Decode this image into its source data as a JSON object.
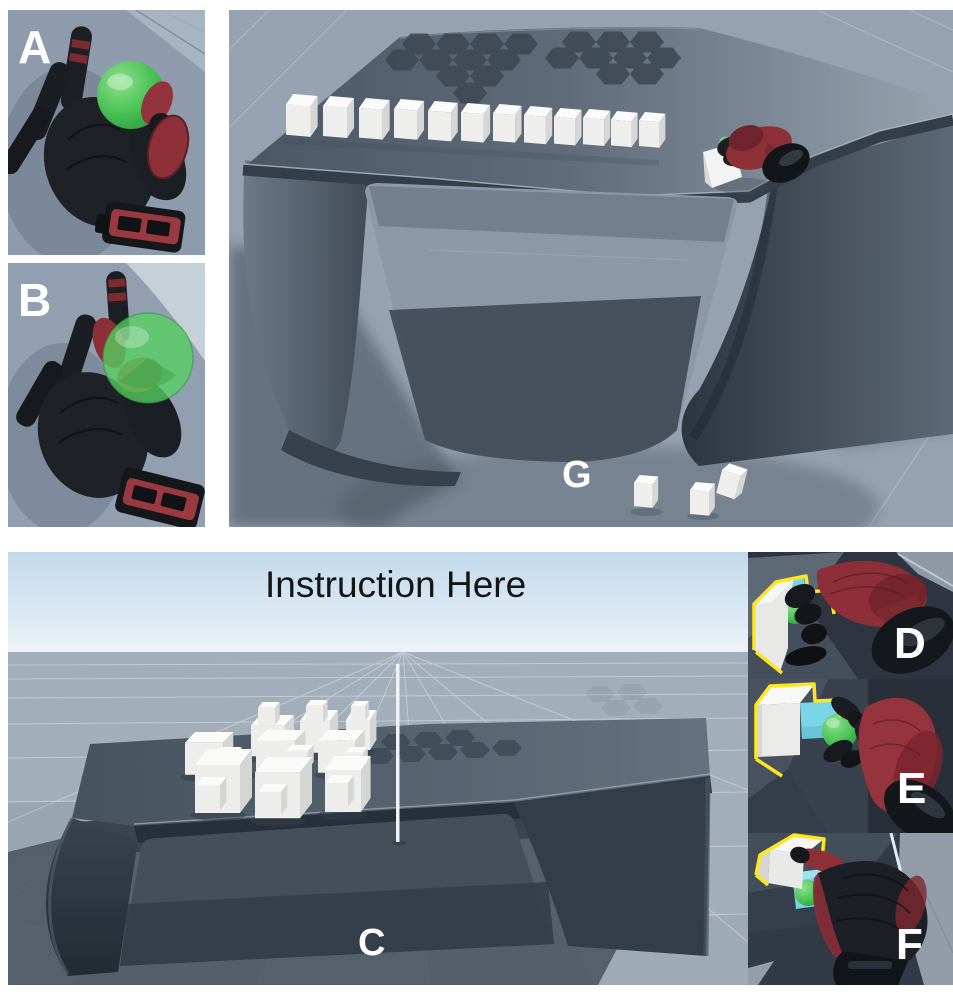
{
  "figure": {
    "instruction_banner": "Instruction Here",
    "panel_labels": {
      "a": "A",
      "b": "B",
      "c": "C",
      "d": "D",
      "e": "E",
      "f": "F",
      "g": "G"
    },
    "panel_descriptions": {
      "a": "open virtual glove beside opaque green target sphere",
      "b": "virtual glove pinching translucent green sphere",
      "c": "task table with nine cube-pair layouts, divider pole and instruction banner",
      "d": "gloved hand gripping yellow-highlighted cube with cyan attach cube and green sphere",
      "e": "gloved hand pinching green sphere beside yellow-highlighted cube",
      "f": "gloved hand pressing yellow-highlighted cube from above",
      "g": "table with row of white cubes, grabbing hand and dropped cubes on floor"
    },
    "colors": {
      "target_sphere_green": "#4cc457",
      "cube_highlight_yellow": "#ffe71e",
      "attachment_cube_cyan": "#7ad5e6",
      "glove_red": "#8e2f38",
      "glove_black": "#1a1d22",
      "table_slate": "#5c6977",
      "floor_blue_gray": "#97a3b2",
      "cube_white": "#efefed"
    }
  }
}
